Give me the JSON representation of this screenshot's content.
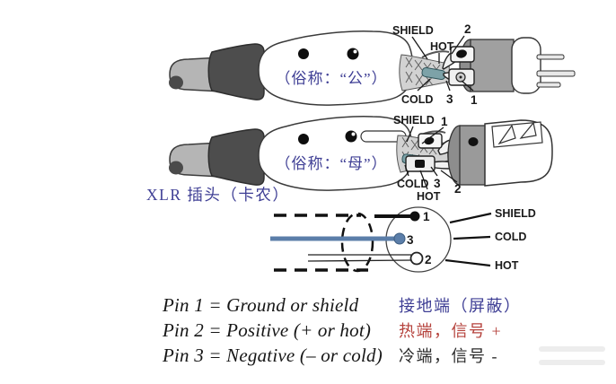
{
  "caption": {
    "text": "XLR 插头（卡农）"
  },
  "male": {
    "nickname": "（俗称：“公”）",
    "shield": "SHIELD",
    "hot": "HOT",
    "cold": "COLD",
    "pin1": "1",
    "pin2": "2",
    "pin3": "3"
  },
  "female": {
    "nickname": "（俗称：“母”）",
    "shield": "SHIELD",
    "hot": "HOT",
    "cold": "COLD",
    "pin1": "1",
    "pin2": "2",
    "pin3": "3"
  },
  "pinout": {
    "pin1": "1",
    "pin2": "2",
    "pin3": "3",
    "shield": "SHIELD",
    "cold": "COLD",
    "hot": "HOT"
  },
  "legend": {
    "rows": [
      {
        "en": "Pin 1 = Ground or shield",
        "zh": "接地端（屏蔽）"
      },
      {
        "en": "Pin 2 = Positive (+ or hot)",
        "zh": "热端，信号 +"
      },
      {
        "en": "Pin 3 = Negative (– or cold)",
        "zh": "冷端，信号 -"
      }
    ]
  },
  "colors": {
    "navy": "#3f3f95",
    "red": "#b5423c",
    "wire_blue": "#5b7ea9",
    "wire_teal": "#7da2a8"
  }
}
